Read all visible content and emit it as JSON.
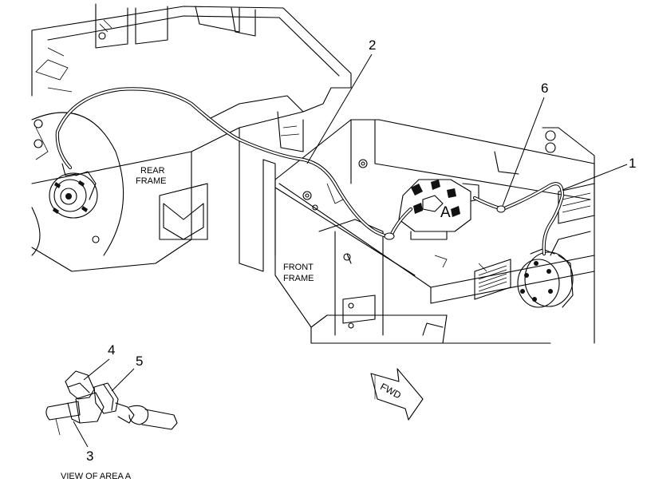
{
  "callouts": {
    "c1": "1",
    "c2": "2",
    "c3": "3",
    "c4": "4",
    "c5": "5",
    "c6": "6",
    "area_mark": "A"
  },
  "labels": {
    "rear_frame_line1": "REAR",
    "rear_frame_line2": "FRAME",
    "front_frame_line1": "FRONT",
    "front_frame_line2": "FRAME",
    "fwd_arrow": "FWD",
    "view_caption": "VIEW OF AREA A"
  }
}
